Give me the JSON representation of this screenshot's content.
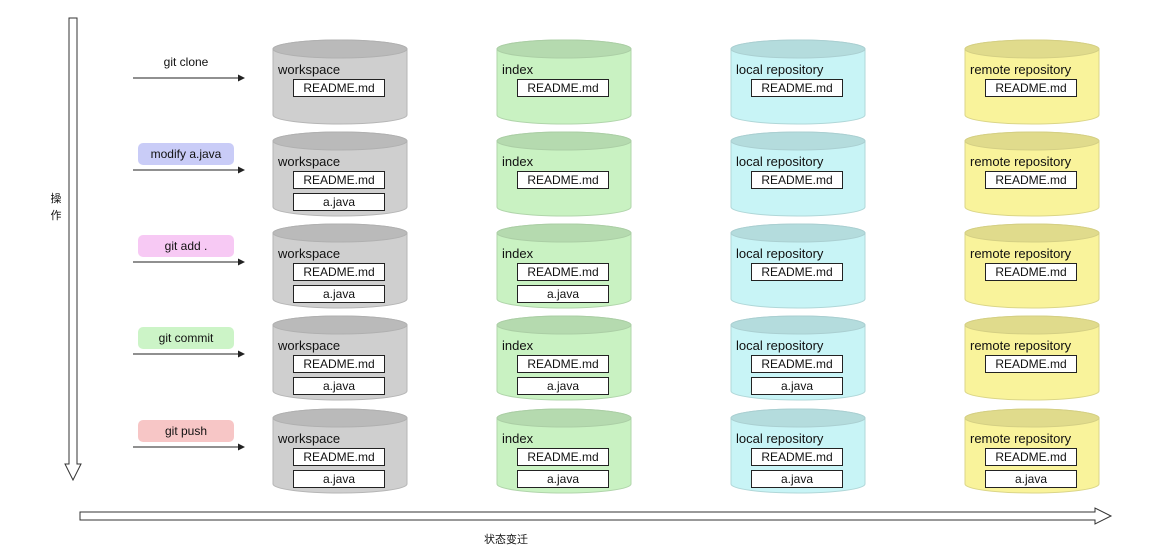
{
  "axes": {
    "vertical_label": "操作",
    "horizontal_label": "状态变迁"
  },
  "stage_colors": {
    "workspace": "#cfcfcf",
    "index": "#c9f2c2",
    "local": "#c8f4f6",
    "remote": "#f9f39b"
  },
  "rows": [
    {
      "op": {
        "label": "git clone",
        "bg": ""
      },
      "stages": [
        {
          "title": "workspace",
          "files": [
            "README.md"
          ]
        },
        {
          "title": "index",
          "files": [
            "README.md"
          ]
        },
        {
          "title": "local repository",
          "files": [
            "README.md"
          ]
        },
        {
          "title": "remote repository",
          "files": [
            "README.md"
          ]
        }
      ]
    },
    {
      "op": {
        "label": "modify a.java",
        "bg": "#c9ccf7"
      },
      "stages": [
        {
          "title": "workspace",
          "files": [
            "README.md",
            "a.java"
          ]
        },
        {
          "title": "index",
          "files": [
            "README.md"
          ]
        },
        {
          "title": "local repository",
          "files": [
            "README.md"
          ]
        },
        {
          "title": "remote repository",
          "files": [
            "README.md"
          ]
        }
      ]
    },
    {
      "op": {
        "label": "git add .",
        "bg": "#f7c9f4"
      },
      "stages": [
        {
          "title": "workspace",
          "files": [
            "README.md",
            "a.java"
          ]
        },
        {
          "title": "index",
          "files": [
            "README.md",
            "a.java"
          ]
        },
        {
          "title": "local repository",
          "files": [
            "README.md"
          ]
        },
        {
          "title": "remote repository",
          "files": [
            "README.md"
          ]
        }
      ]
    },
    {
      "op": {
        "label": "git commit",
        "bg": "#ccf4c7"
      },
      "stages": [
        {
          "title": "workspace",
          "files": [
            "README.md",
            "a.java"
          ]
        },
        {
          "title": "index",
          "files": [
            "README.md",
            "a.java"
          ]
        },
        {
          "title": "local repository",
          "files": [
            "README.md",
            "a.java"
          ]
        },
        {
          "title": "remote repository",
          "files": [
            "README.md"
          ]
        }
      ]
    },
    {
      "op": {
        "label": "git push",
        "bg": "#f7c6c6"
      },
      "stages": [
        {
          "title": "workspace",
          "files": [
            "README.md",
            "a.java"
          ]
        },
        {
          "title": "index",
          "files": [
            "README.md",
            "a.java"
          ]
        },
        {
          "title": "local repository",
          "files": [
            "README.md",
            "a.java"
          ]
        },
        {
          "title": "remote repository",
          "files": [
            "README.md",
            "a.java"
          ]
        }
      ]
    }
  ]
}
